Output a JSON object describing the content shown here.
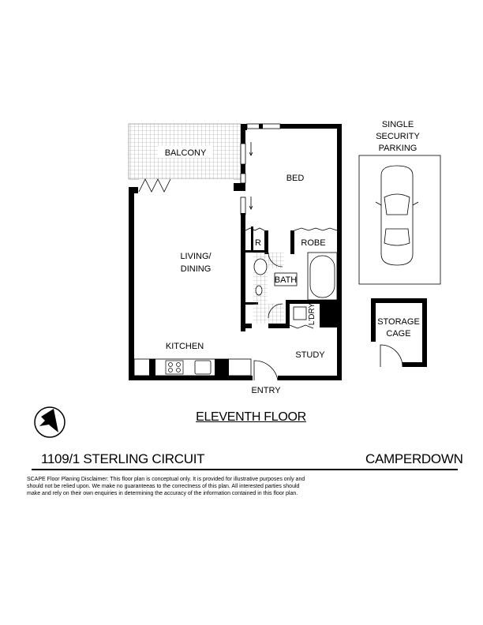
{
  "plan": {
    "title": "ELEVENTH FLOOR",
    "rooms": {
      "balcony": "BALCONY",
      "bed": "BED",
      "living_1": "LIVING/",
      "living_2": "DINING",
      "r": "R",
      "robe": "ROBE",
      "bath": "BATH",
      "laundry": "L'DRY",
      "kitchen": "KITCHEN",
      "study": "STUDY",
      "entry": "ENTRY"
    },
    "parking": [
      "SINGLE",
      "SECURITY",
      "PARKING"
    ],
    "storage": [
      "STORAGE",
      "CAGE"
    ]
  },
  "footer": {
    "address": "1109/1 STERLING  CIRCUIT",
    "suburb": "CAMPERDOWN",
    "disclaimer": "SCAPE Floor Planing Disclaimer: This floor plan is conceptual only. It is provided for illustrative purposes only and should not be relied upon. We make no guaranteeas to the correctness of this plan. All interested parties should make and rely on their own enquiries in determining the accuracy of the information contained in this floor plan."
  }
}
